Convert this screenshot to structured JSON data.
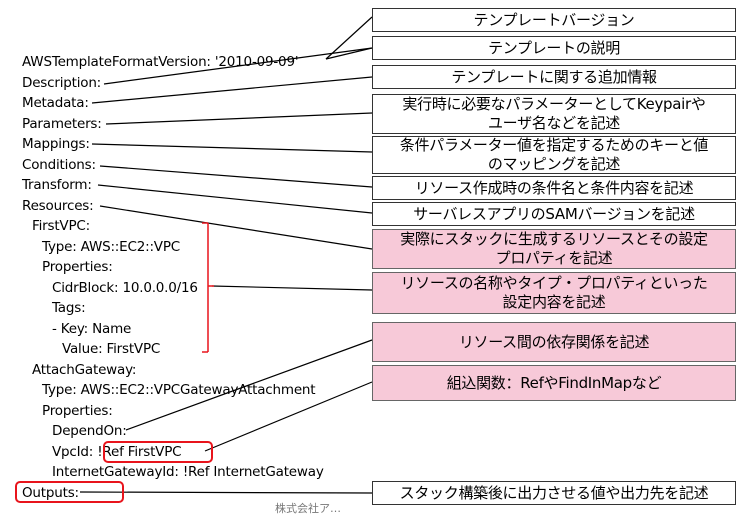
{
  "code_lines": [
    {
      "text": "AWSTemplateFormatVersion: '2010-09-09'",
      "indent": 0
    },
    {
      "text": "Description:",
      "indent": 0
    },
    {
      "text": "Metadata:",
      "indent": 0
    },
    {
      "text": "Parameters:",
      "indent": 0
    },
    {
      "text": "Mappings:",
      "indent": 0
    },
    {
      "text": "Conditions:",
      "indent": 0
    },
    {
      "text": "Transform:",
      "indent": 0
    },
    {
      "text": "Resources:",
      "indent": 0
    },
    {
      "text": "FirstVPC:",
      "indent": 1
    },
    {
      "text": "Type: AWS::EC2::VPC",
      "indent": 2
    },
    {
      "text": "Properties:",
      "indent": 2
    },
    {
      "text": "CidrBlock: 10.0.0.0/16",
      "indent": 3
    },
    {
      "text": "Tags:",
      "indent": 3
    },
    {
      "text": "- Key: Name",
      "indent": 3
    },
    {
      "text": "Value: FirstVPC",
      "indent": 4
    },
    {
      "text": "AttachGateway:",
      "indent": 1
    },
    {
      "text": "Type: AWS::EC2::VPCGatewayAttachment",
      "indent": 2
    },
    {
      "text": "Properties:",
      "indent": 2
    },
    {
      "text": "DependOn:",
      "indent": 3
    },
    {
      "text": "VpcId: !Ref FirstVPC",
      "indent": 3
    },
    {
      "text": "InternetGatewayId: !Ref InternetGateway",
      "indent": 3
    },
    {
      "text": "Outputs:",
      "indent": 0
    }
  ],
  "annotations": [
    {
      "text": "テンプレートバージョン",
      "style": "white"
    },
    {
      "text": "テンプレートの説明",
      "style": "white"
    },
    {
      "text": "テンプレートに関する追加情報",
      "style": "white"
    },
    {
      "text": "実行時に必要なパラメーターとしてKeypairや\nユーザ名などを記述",
      "style": "white"
    },
    {
      "text": "条件パラメーター値を指定するためのキーと値\nのマッピングを記述",
      "style": "white"
    },
    {
      "text": "リソース作成時の条件名と条件内容を記述",
      "style": "white"
    },
    {
      "text": "サーバレスアプリのSAMバージョンを記述",
      "style": "white"
    },
    {
      "text": "実際にスタックに生成するリソースとその設定\nプロパティを記述",
      "style": "pink"
    },
    {
      "text": "リソースの名称やタイプ・プロパティといった\n設定内容を記述",
      "style": "pink"
    },
    {
      "text": "リソース間の依存関係を記述",
      "style": "pink"
    },
    {
      "text": "組込関数：RefやFindInMapなど",
      "style": "pink"
    },
    {
      "text": "スタック構築後に出力させる値や出力先を記述",
      "style": "white"
    }
  ],
  "footer": "株式会社ア…"
}
